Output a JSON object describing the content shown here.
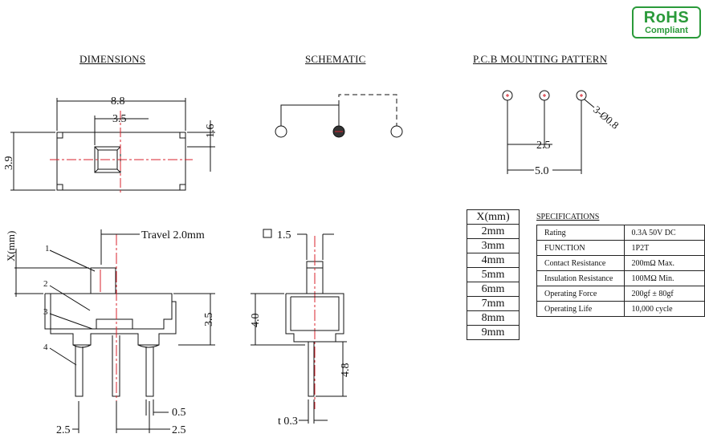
{
  "titles": {
    "dimensions": "DIMENSIONS",
    "schematic": "SCHEMATIC",
    "pcb": "P.C.B MOUNTING PATTERN"
  },
  "rohs": {
    "line1": "RoHS",
    "line2": "Compliant",
    "color": "#2a9a3a"
  },
  "top_view": {
    "width": "8.8",
    "inner": "3.5",
    "height": "3.9",
    "tab": "1.6"
  },
  "pcb": {
    "holes": "3-Ø0.8",
    "pitch": "2.5",
    "span": "5.0"
  },
  "front_view": {
    "travel": "Travel 2.0mm",
    "xmm": "X(mm)",
    "height": "3.5",
    "pin_width": "0.5",
    "pitch_left": "2.5",
    "pitch_right": "2.5",
    "callouts": [
      "1",
      "2",
      "3",
      "4"
    ]
  },
  "side_view": {
    "knob": "1.5",
    "height": "4.0",
    "pin_len": "4.8",
    "thickness": "t 0.3"
  },
  "x_table": {
    "header": "X(mm)",
    "rows": [
      "2mm",
      "3mm",
      "4mm",
      "5mm",
      "6mm",
      "7mm",
      "8mm",
      "9mm"
    ]
  },
  "specs": {
    "title": "SPECIFICATIONS",
    "rows": [
      {
        "key": "Rating",
        "value": "0.3A 50V DC"
      },
      {
        "key": "FUNCTION",
        "value": "1P2T"
      },
      {
        "key": "Contact Resistance",
        "value": "200mΩ Max."
      },
      {
        "key": "Insulation Resistance",
        "value": "100MΩ Min."
      },
      {
        "key": "Operating Force",
        "value": "200gf ± 80gf"
      },
      {
        "key": "Operating Life",
        "value": "10,000 cycle"
      }
    ]
  },
  "colors": {
    "center_line": "#d9232d",
    "ink": "#111111"
  }
}
